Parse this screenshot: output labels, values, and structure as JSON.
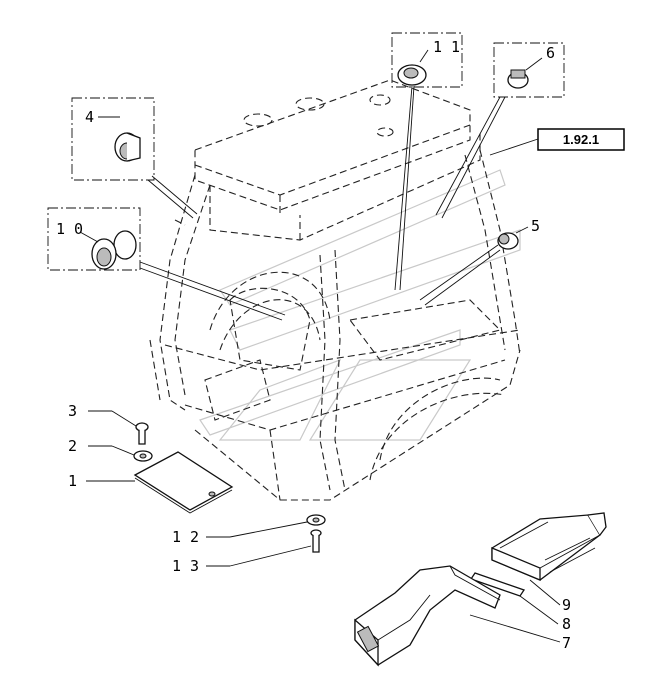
{
  "reference_box": "1.92.1",
  "callouts": {
    "c1": "1",
    "c2": "2",
    "c3": "3",
    "c4": "4",
    "c5": "5",
    "c6": "6",
    "c7": "7",
    "c8": "8",
    "c9": "9",
    "c10": "1 0",
    "c11": "1 1",
    "c12": "1 2",
    "c13": "1 3"
  }
}
